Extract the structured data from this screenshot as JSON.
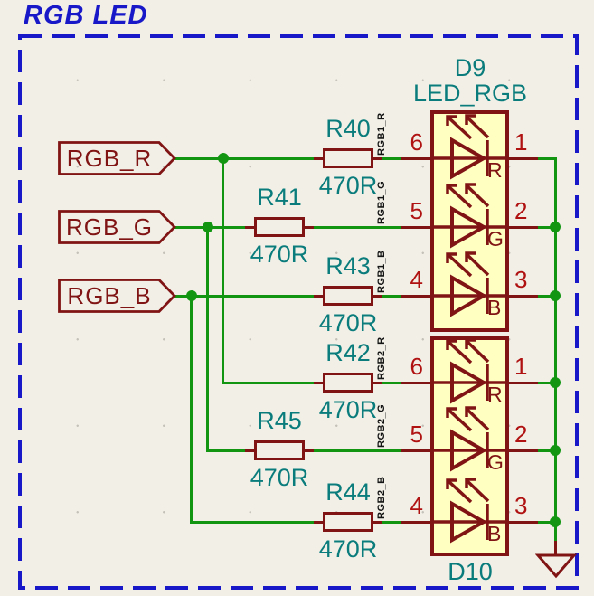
{
  "title": "RGB LED",
  "flags": [
    {
      "label": "RGB_R"
    },
    {
      "label": "RGB_G"
    },
    {
      "label": "RGB_B"
    }
  ],
  "resistors": [
    {
      "ref": "R40",
      "value": "470R"
    },
    {
      "ref": "R41",
      "value": "470R"
    },
    {
      "ref": "R43",
      "value": "470R"
    },
    {
      "ref": "R42",
      "value": "470R"
    },
    {
      "ref": "R45",
      "value": "470R"
    },
    {
      "ref": "R44",
      "value": "470R"
    }
  ],
  "net_labels": [
    "RGB1_R",
    "RGB1_G",
    "RGB1_B",
    "RGB2_R",
    "RGB2_G",
    "RGB2_B"
  ],
  "pins": {
    "left": [
      "6",
      "5",
      "4",
      "6",
      "5",
      "4"
    ],
    "right": [
      "1",
      "2",
      "3",
      "1",
      "2",
      "3"
    ]
  },
  "leds": [
    {
      "ref": "D9",
      "value": "LED_RGB",
      "channels": [
        "R",
        "G",
        "B"
      ]
    },
    {
      "ref": "D10",
      "channels": [
        "R",
        "G",
        "B"
      ]
    }
  ],
  "colors": {
    "wire_green": "#129612",
    "symbol_maroon": "#801414",
    "pin_number_red": "#B01212",
    "reference_teal": "#0B7C7C",
    "sheet_blue": "#1818C8",
    "symbol_fill_yellow": "#FFFFC2",
    "background": "#F1EFE6"
  }
}
